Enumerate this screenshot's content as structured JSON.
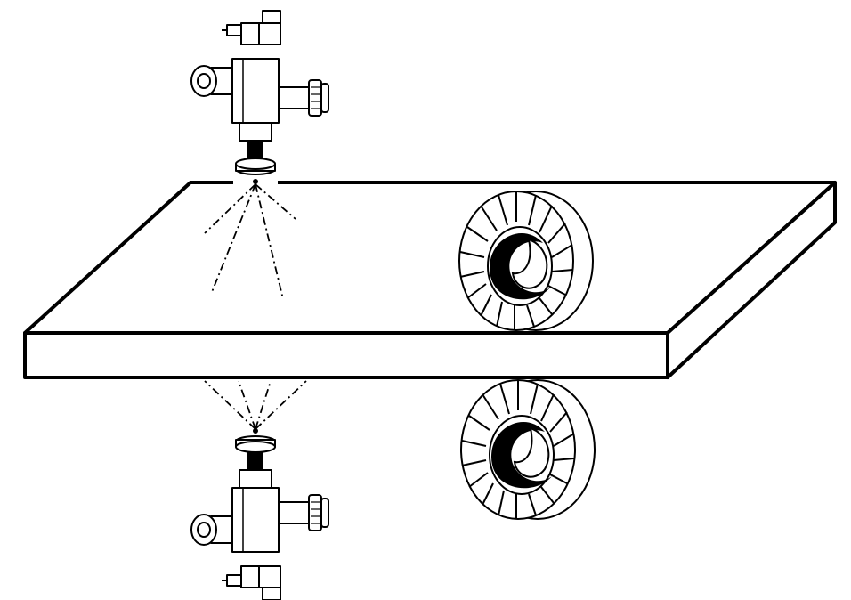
{
  "diagram": {
    "colors": {
      "stroke": "#000000",
      "background": "#ffffff",
      "fill": "#ffffff"
    },
    "components": [
      {
        "name": "top-spray-nozzle"
      },
      {
        "name": "bottom-spray-nozzle"
      },
      {
        "name": "steel-plate"
      },
      {
        "name": "upper-roller"
      },
      {
        "name": "lower-roller"
      }
    ]
  }
}
